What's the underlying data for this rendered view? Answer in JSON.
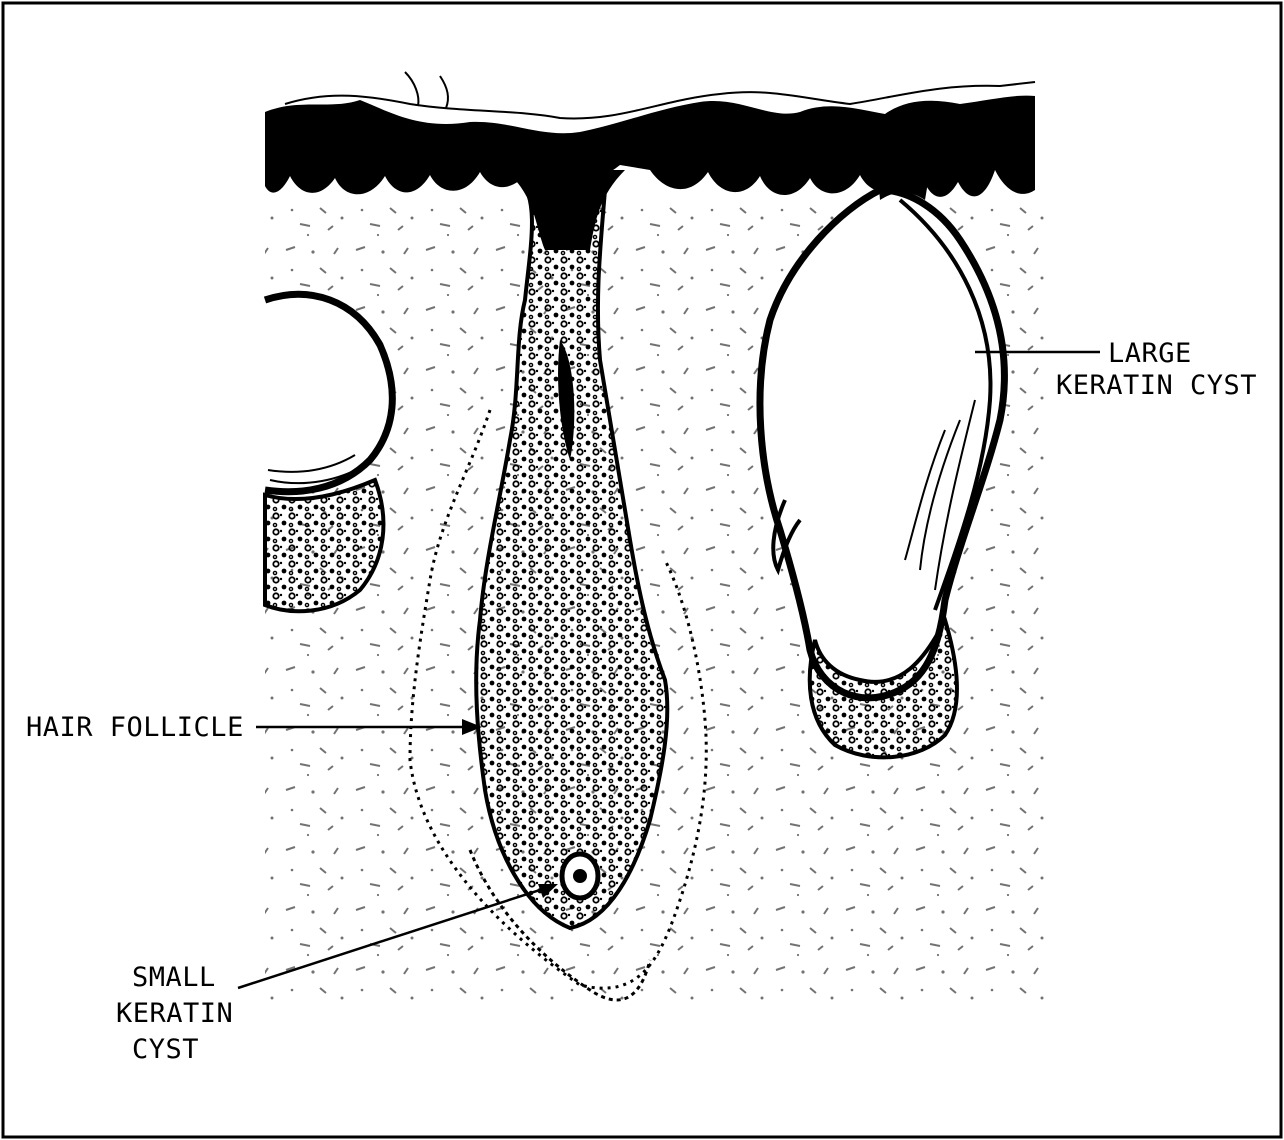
{
  "figure": {
    "labels": {
      "large_keratin_cyst": {
        "line1": "LARGE",
        "line2": "KERATIN CYST"
      },
      "hair_follicle": "HAIR FOLLICLE",
      "small_keratin_cyst": {
        "line1": "SMALL",
        "line2": "KERATIN",
        "line3": "CYST"
      }
    },
    "colors": {
      "ink": "#000000",
      "paper": "#ffffff"
    }
  }
}
